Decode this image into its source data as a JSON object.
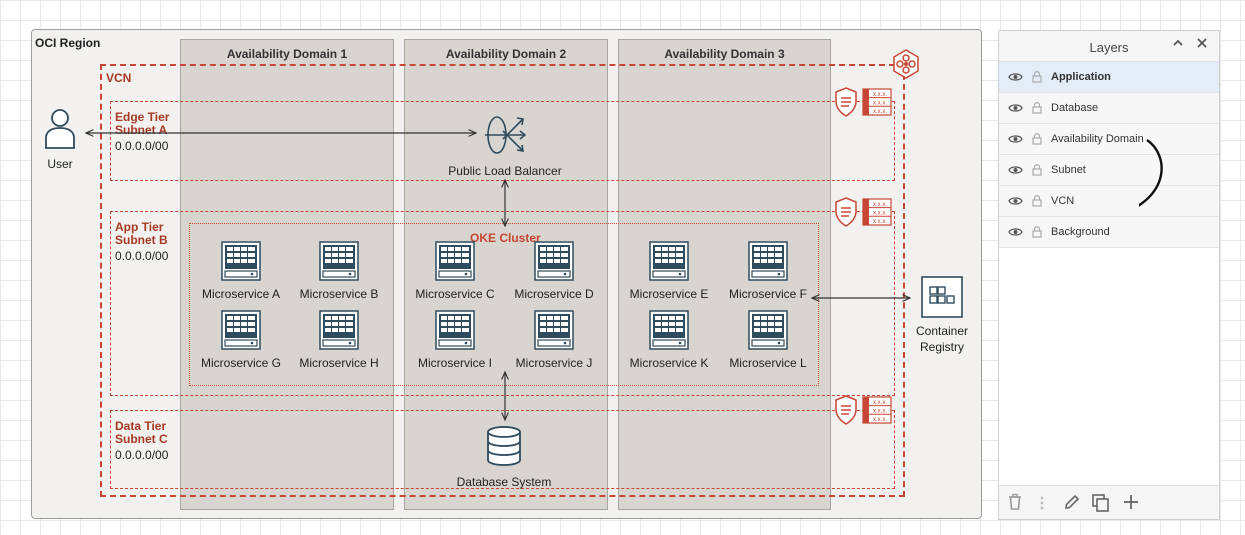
{
  "diagram": {
    "region_label": "OCI Region",
    "vcn_label": "VCN",
    "availability_domains": [
      {
        "label": "Availability Domain 1"
      },
      {
        "label": "Availability Domain 2"
      },
      {
        "label": "Availability Domain 3"
      }
    ],
    "subnets": [
      {
        "label_line1": "Edge Tier",
        "label_line2": "Subnet A",
        "cidr": "0.0.0.0/00"
      },
      {
        "label_line1": "App Tier",
        "label_line2": "Subnet B",
        "cidr": "0.0.0.0/00"
      },
      {
        "label_line1": "Data Tier",
        "label_line2": "Subnet C",
        "cidr": "0.0.0.0/00"
      }
    ],
    "oke_cluster_label": "OKE Cluster",
    "user_label": "User",
    "load_balancer_label": "Public Load Balancer",
    "database_label": "Database System",
    "registry_label_line1": "Container",
    "registry_label_line2": "Registry",
    "microservices": [
      "Microservice A",
      "Microservice B",
      "Microservice C",
      "Microservice D",
      "Microservice E",
      "Microservice F",
      "Microservice G",
      "Microservice H",
      "Microservice I",
      "Microservice J",
      "Microservice K",
      "Microservice L"
    ],
    "security_list_text": "x.x.x.",
    "colors": {
      "oracle_red": "#c74634",
      "label_red": "#a63a23",
      "ad_fill": "#d8d5d1",
      "region_fill": "#f2f1ef",
      "icon_blue": "#2f4b5e"
    }
  },
  "layers_panel": {
    "title": "Layers",
    "collapse_icon": "chevron-up-icon",
    "close_icon": "close-icon",
    "selected": "Application",
    "items": [
      {
        "label": "Application"
      },
      {
        "label": "Database"
      },
      {
        "label": "Availability Domain"
      },
      {
        "label": "Subnet"
      },
      {
        "label": "VCN"
      },
      {
        "label": "Background"
      }
    ],
    "footer_icons": [
      "trash-icon",
      "more-vertical-icon",
      "edit-icon",
      "duplicate-icon",
      "add-icon"
    ]
  }
}
